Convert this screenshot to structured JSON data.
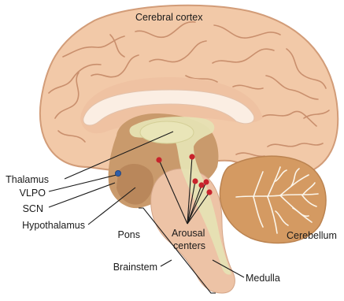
{
  "labels": {
    "cerebral_cortex": "Cerebral cortex",
    "thalamus": "Thalamus",
    "vlpo": "VLPO",
    "scn": "SCN",
    "hypothalamus": "Hypothalamus",
    "pons": "Pons",
    "arousal_centers_line1": "Arousal",
    "arousal_centers_line2": "centers",
    "brainstem": "Brainstem",
    "cerebellum": "Cerebellum",
    "medulla": "Medulla"
  },
  "colors": {
    "cortex": "#f2c9a8",
    "cortex_outline": "#d29c78",
    "gyrus_lines": "#c98f6d",
    "diencephalon": "#c99a6c",
    "brainstem": "#edc3a6",
    "arousal_pathway": "#e6e2b3",
    "arousal_dot": "#c8232c",
    "scn_dot": "#2f5ea8",
    "cerebellum": "#d49a62",
    "corpus_callosum": "#fbeee3"
  },
  "arousal_center_count": 6
}
